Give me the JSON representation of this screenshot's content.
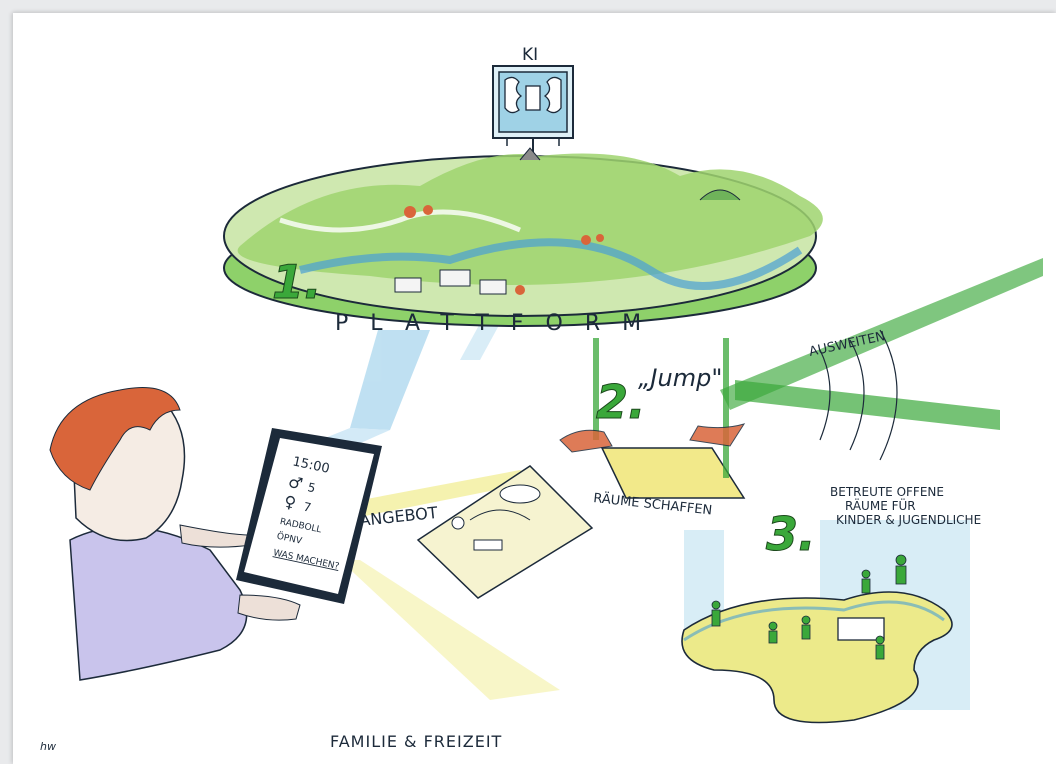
{
  "labels": {
    "ki": "KI",
    "platform_number": "1.",
    "platform": "PLATTFORM",
    "jump_number": "2.",
    "jump": "„Jump\"",
    "ausweiten": "AUSWEITEN",
    "raeume_schaffen": "RÄUME SCHAFFEN",
    "spaces_number": "3.",
    "spaces_line1": "BETREUTE OFFENE",
    "spaces_line2": "RÄUME FÜR",
    "spaces_line3": "KINDER & JUGENDLICHE",
    "angebot": "ANGEBOT",
    "caption": "FAMILIE & FREIZEIT",
    "signature": "hw"
  },
  "tablet": {
    "time": "15:00",
    "age": "5",
    "age2": "7",
    "line1": "RADBOLL",
    "line2": "ÖPNV",
    "line3": "WAS MACHEN?"
  },
  "colors": {
    "green": "#3aa83a",
    "light_green": "#8ed16a",
    "blue": "#8cc8e8",
    "yellow": "#e8e04a",
    "orange": "#d9653a",
    "lilac": "#c9c4ec",
    "ink": "#1c2a3a"
  }
}
